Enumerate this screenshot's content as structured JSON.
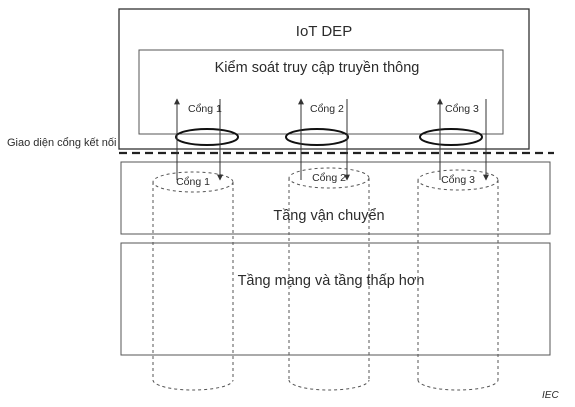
{
  "diagram": {
    "dep_title": "IoT DEP",
    "access_control_label": "Kiểm soát truy cập truyền thông",
    "interface_label": "Giao diện cổng kết nối",
    "transport_label": "Tầng vận chuyển",
    "network_label": "Tầng mạng và tầng thấp hơn",
    "credit": "IEC",
    "ports": [
      {
        "label": "Cổng 1"
      },
      {
        "label": "Cổng 2"
      },
      {
        "label": "Cổng 3"
      }
    ]
  }
}
